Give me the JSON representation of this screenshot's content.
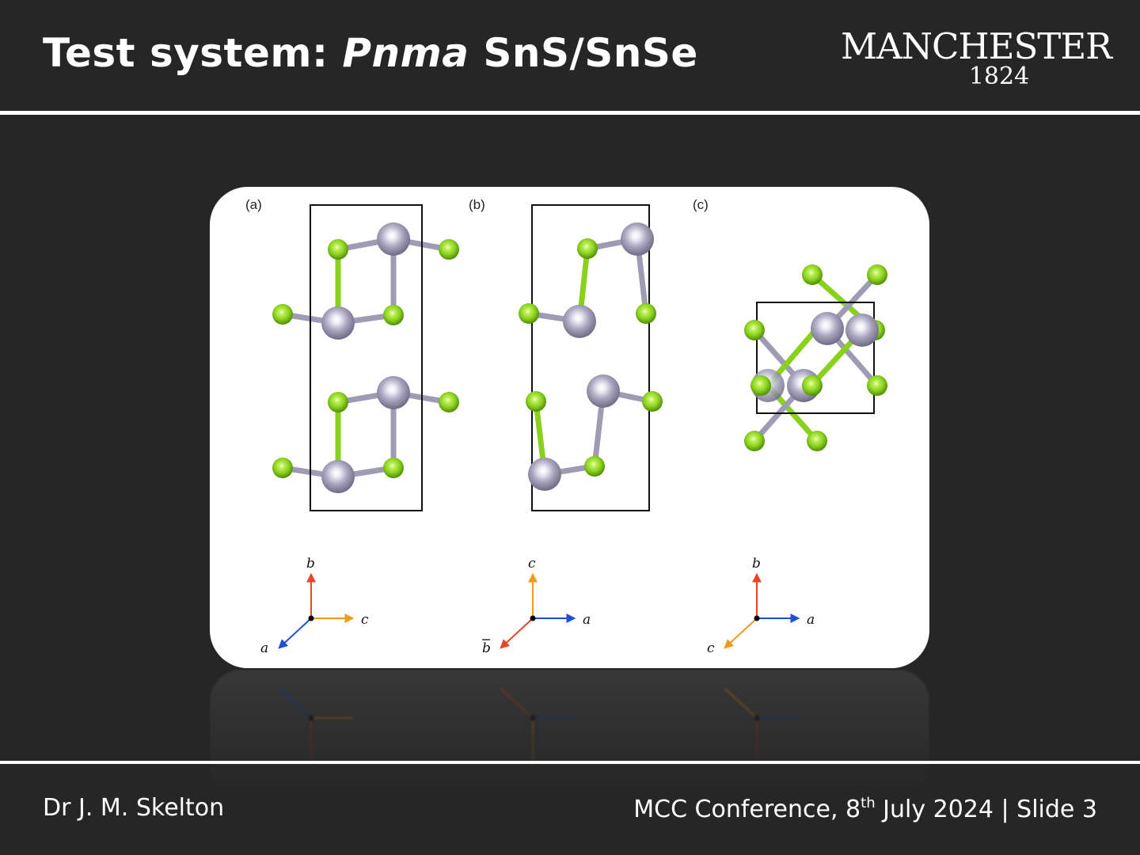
{
  "slide": {
    "title_prefix": "Test system: ",
    "title_italic": "Pnma",
    "title_suffix": " SnS/SnSe",
    "logo_word": "MANCHESTER",
    "logo_year": "1824",
    "footer_author": "Dr J. M. Skelton",
    "footer_event_prefix": "MCC Conference, 8",
    "footer_event_sup": "th",
    "footer_event_suffix": " July 2024 | Slide 3"
  },
  "figure": {
    "panels": [
      {
        "label": "(a)",
        "axes": {
          "up": "b",
          "right": "c",
          "diag": "a"
        }
      },
      {
        "label": "(b)",
        "axes": {
          "up": "c",
          "right": "a",
          "diag": "b"
        }
      },
      {
        "label": "(c)",
        "axes": {
          "up": "b",
          "right": "a",
          "diag": "c"
        }
      }
    ],
    "colors": {
      "background": "#ffffff",
      "sn_atom": "#a9a6bf",
      "chalcogen_atom": "#8ad11e",
      "cell_edge": "#111111",
      "axis_up": "#e8452a",
      "axis_right_a": "#1f4fd6",
      "axis_right_c": "#f29a1c",
      "axis_diag_a": "#1f4fd6",
      "axis_diag_b": "#e8452a",
      "axis_diag_c": "#f29a1c",
      "axis_up_c": "#f29a1c"
    }
  }
}
